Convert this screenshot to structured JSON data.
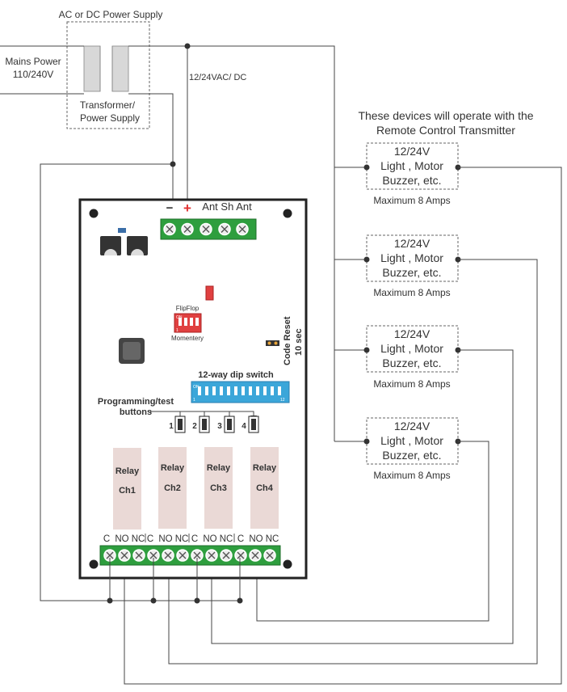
{
  "supply": {
    "title": "AC or DC Power Supply",
    "mains_line1": "Mains Power",
    "mains_line2": "110/240V",
    "transformer_line1": "Transformer/",
    "transformer_line2": "Power Supply",
    "output_label": "12/24VAC/ DC"
  },
  "devices": {
    "heading_line1": "These  devices  will operate with  the",
    "heading_line2": "Remote Control Transmitter",
    "items": [
      {
        "line1": "12/24V",
        "line2": "Light , Motor",
        "line3": "Buzzer, etc.",
        "max": "Maximum 8 Amps"
      },
      {
        "line1": "12/24V",
        "line2": "Light , Motor",
        "line3": "Buzzer, etc.",
        "max": "Maximum 8 Amps"
      },
      {
        "line1": "12/24V",
        "line2": "Light , Motor",
        "line3": "Buzzer, etc.",
        "max": "Maximum 8 Amps"
      },
      {
        "line1": "12/24V",
        "line2": "Light , Motor",
        "line3": "Buzzer, etc.",
        "max": "Maximum 8 Amps"
      }
    ]
  },
  "board": {
    "minus": "−",
    "plus": "+",
    "antenna_terminals": "Ant Sh Ant",
    "flipflop": "FlipFlop",
    "on_mark": "ON",
    "one_mark": "1",
    "momentary": "Momentery",
    "code_reset_line1": "Code Reset",
    "code_reset_line2": "10 sec",
    "dip_title": "12-way dip switch",
    "dip_on": "ON",
    "dip_1": "1",
    "dip_12": "12",
    "prog_line1": "Programming/test",
    "prog_line2": "buttons",
    "buttons": [
      "1",
      "2",
      "3",
      "4"
    ],
    "relays": [
      {
        "line1": "Relay",
        "line2": "Ch1"
      },
      {
        "line1": "Relay",
        "line2": "Ch2"
      },
      {
        "line1": "Relay",
        "line2": "Ch3"
      },
      {
        "line1": "Relay",
        "line2": "Ch4"
      }
    ],
    "contact_labels": [
      "C",
      "NO",
      "NC",
      "C",
      "NO",
      "NC",
      "C",
      "NO",
      "NC",
      "C",
      "NO",
      "NC"
    ]
  },
  "colors": {
    "terminal_green": "#2e9e3e",
    "dip_blue": "#3ba6d9",
    "flipflop_red": "#e04040",
    "relay_pink": "#ead9d6",
    "plus_red": "#e03030"
  }
}
